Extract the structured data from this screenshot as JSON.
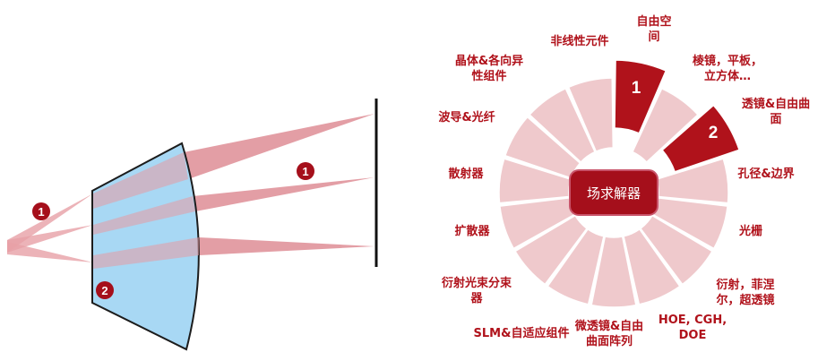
{
  "optics": {
    "badge_beam": "1",
    "badge_lens": "2",
    "badge_screen": "1"
  },
  "wheel": {
    "center_label": "场求解器",
    "highlight_labels": [
      "1",
      "2"
    ],
    "segments": [
      {
        "label": "自由空\n间",
        "highlight": true
      },
      {
        "label": "棱镜，平板，\n立方体…",
        "highlight": false
      },
      {
        "label": "透镜&自由曲\n面",
        "highlight": true
      },
      {
        "label": "孔径&边界",
        "highlight": false
      },
      {
        "label": "光栅",
        "highlight": false
      },
      {
        "label": "衍射，菲涅\n尔，超透镜",
        "highlight": false
      },
      {
        "label": "HOE, CGH,\nDOE",
        "highlight": false
      },
      {
        "label": "微透镜&自由\n曲面阵列",
        "highlight": false
      },
      {
        "label": "SLM&自适应组件",
        "highlight": false
      },
      {
        "label": "衍射光束分束\n器",
        "highlight": false
      },
      {
        "label": "扩散器",
        "highlight": false
      },
      {
        "label": "散射器",
        "highlight": false
      },
      {
        "label": "波导&光纤",
        "highlight": false
      },
      {
        "label": "晶体&各向异\n性组件",
        "highlight": false
      },
      {
        "label": "非线性元件",
        "highlight": false
      }
    ],
    "colors": {
      "segment_fill": "#efc9cc",
      "highlight_fill": "#b0121b",
      "label_color": "#b0121b",
      "center_fill": "#a50f1b",
      "center_border": "#c8546a"
    }
  }
}
